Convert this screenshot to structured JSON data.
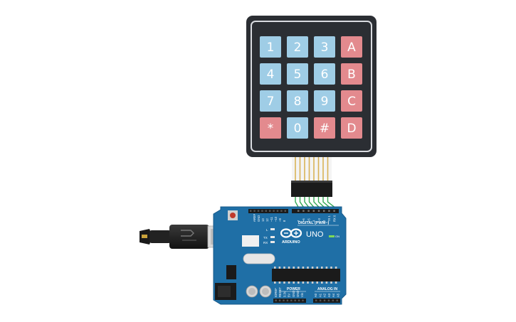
{
  "colors": {
    "keypad_body": "#2b2e33",
    "key_digit": "#9fcde6",
    "key_letter": "#e38a8e",
    "pcb": "#1f6fa6",
    "wire": "#34a853",
    "ribbon": "#d8b256"
  },
  "keypad": {
    "rows": [
      [
        "1",
        "2",
        "3",
        "A"
      ],
      [
        "4",
        "5",
        "6",
        "B"
      ],
      [
        "7",
        "8",
        "9",
        "C"
      ],
      [
        "*",
        "0",
        "#",
        "D"
      ]
    ],
    "letter_keys": [
      "A",
      "B",
      "C",
      "D",
      "*",
      "#"
    ]
  },
  "board": {
    "brand": "ARDUINO",
    "model": "UNO",
    "digital_header_label": "DIGITAL (PWM~)",
    "power_header_label": "POWER",
    "analog_header_label": "ANALOG IN",
    "led_labels": [
      "L",
      "TX",
      "RX"
    ],
    "on_label": "ON",
    "aref_labels": [
      "AREF",
      "GND",
      "13",
      "12",
      "~11",
      "~10",
      "~9",
      "8"
    ],
    "digital_labels": [
      "7",
      "~6",
      "~5",
      "4",
      "~3",
      "2",
      "TX 1",
      "RX 0"
    ],
    "power_labels": [
      "IOREF",
      "RESET",
      "3.3V",
      "5V",
      "GND",
      "GND",
      "Vin"
    ],
    "analog_labels": [
      "A0",
      "A1",
      "A2",
      "A3",
      "A4",
      "A5"
    ]
  },
  "icons": {
    "usb": "usb-cable-icon",
    "reset": "reset-button-icon"
  }
}
